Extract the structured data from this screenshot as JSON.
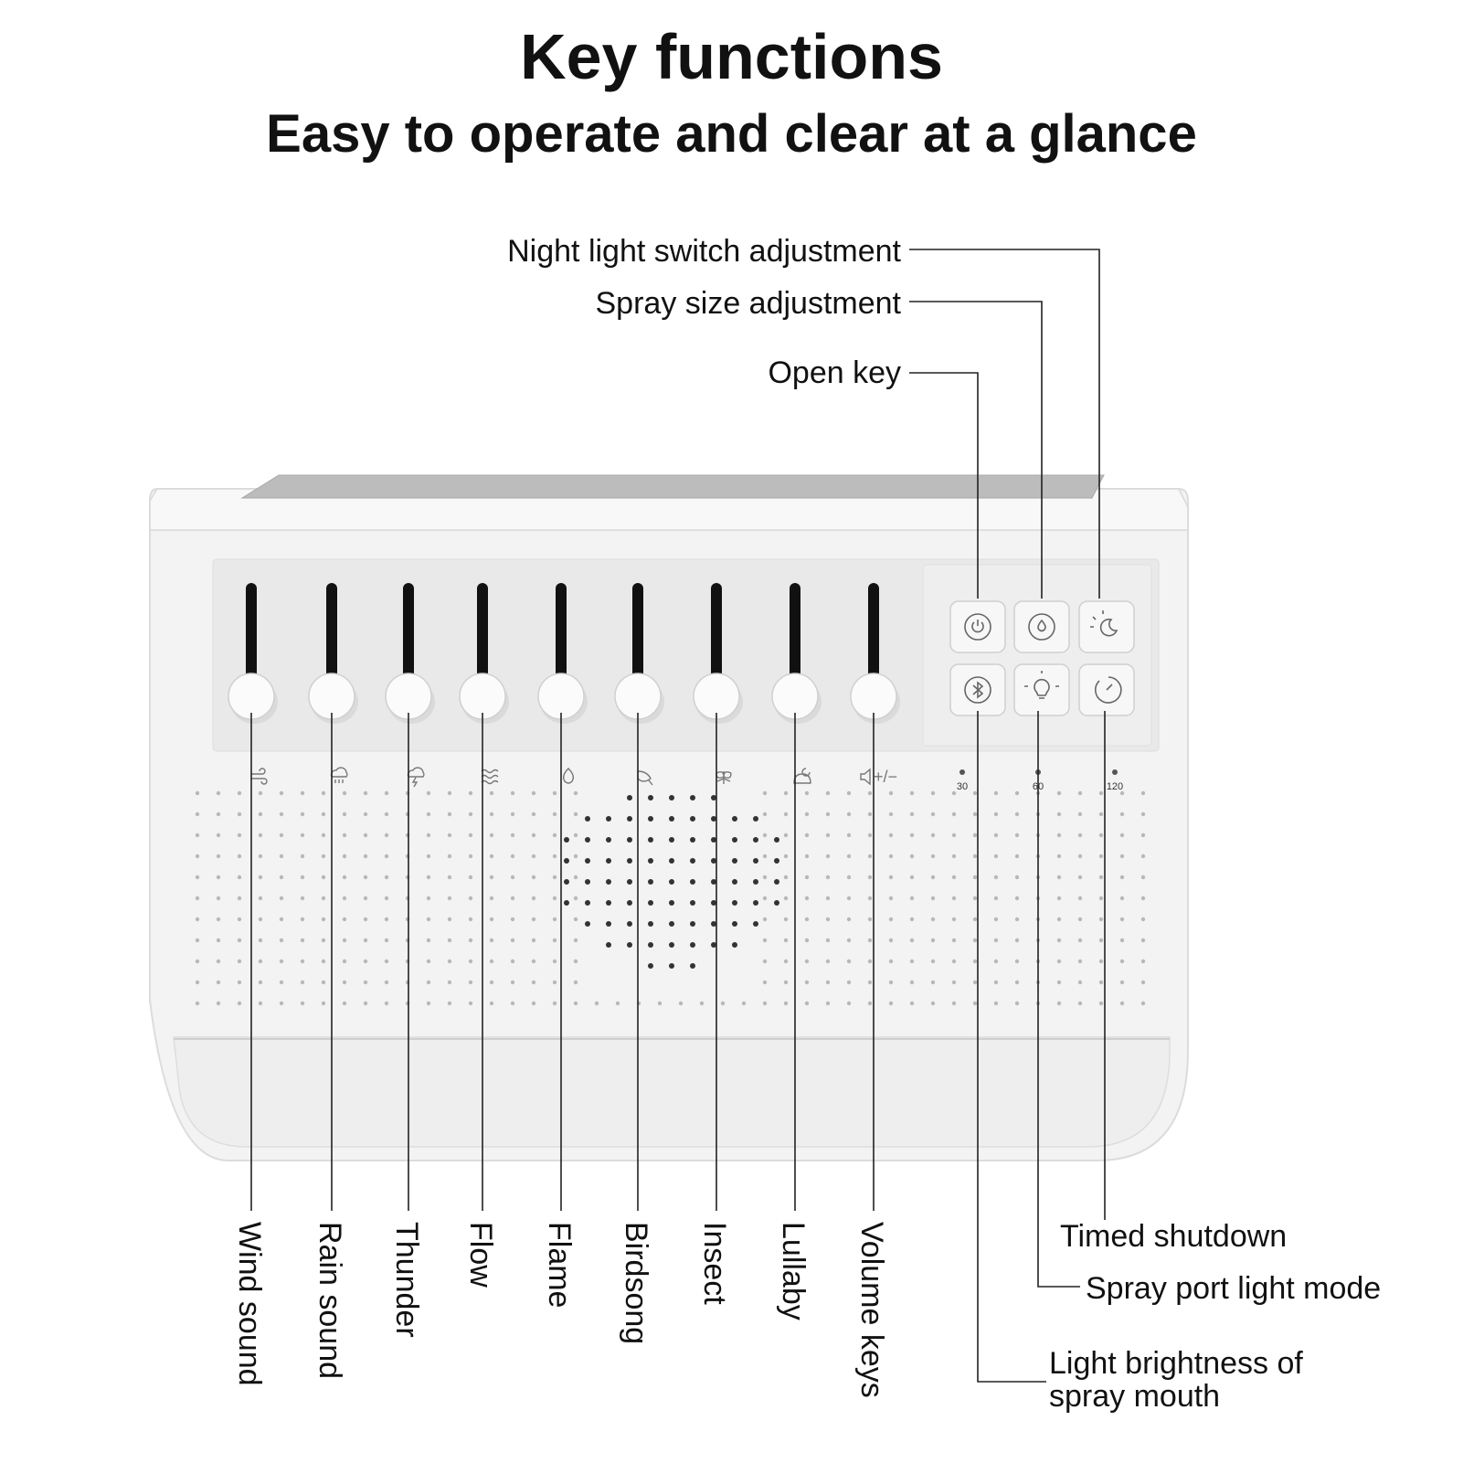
{
  "title": "Key functions",
  "subtitle": "Easy to operate and clear at a glance",
  "top_callouts": {
    "night_light": "Night light switch adjustment",
    "spray_size": "Spray size adjustment",
    "open_key": "Open key"
  },
  "right_callouts": {
    "timed_shutdown": "Timed shutdown",
    "spray_port_light_mode": "Spray port light mode",
    "brightness_line1": "Light brightness of",
    "brightness_line2": "spray mouth"
  },
  "slider_labels": [
    "Wind sound",
    "Rain sound",
    "Thunder",
    "Flow",
    "Flame",
    "Birdsong",
    "Insect",
    "Lullaby",
    "Volume keys"
  ],
  "slider_icons": [
    "wind-icon",
    "rain-icon",
    "thunder-icon",
    "flow-icon",
    "flame-icon",
    "bird-icon",
    "insect-icon",
    "lullaby-icon",
    "volume-icon"
  ],
  "volume_icon_text": "+/−",
  "timer_labels": [
    "30",
    "60",
    "120"
  ],
  "buttons": [
    "power-icon",
    "spray-drop-icon",
    "night-light-icon",
    "bluetooth-icon",
    "bulb-icon",
    "timer-icon"
  ],
  "colors": {
    "device": "#f4f4f4",
    "panel": "#e9e9e9",
    "slot": "#111111",
    "leader": "#222222"
  }
}
